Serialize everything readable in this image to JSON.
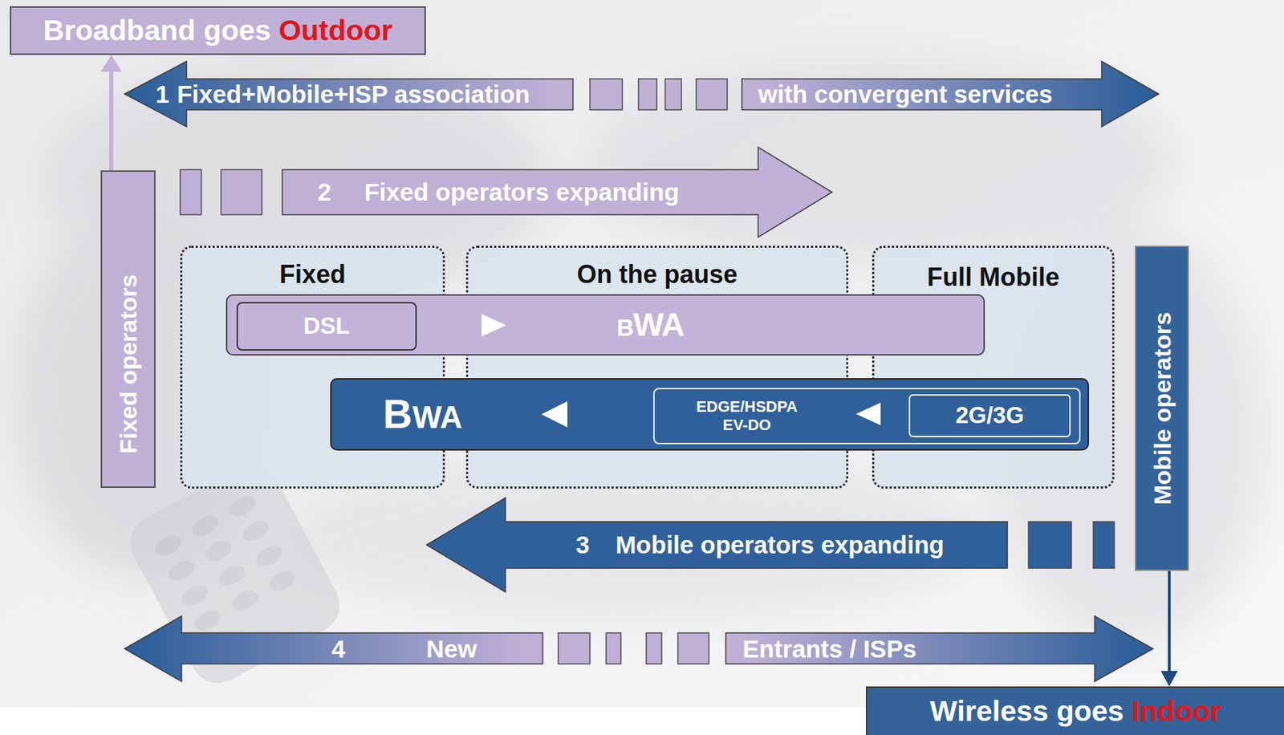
{
  "diagram": {
    "nodes": [
      {
        "text": [
          "Broadband goes",
          "Outdoor"
        ]
      },
      {
        "text": [
          "1",
          "Fixed+Mobile+ISP association"
        ]
      },
      {
        "text": [
          "with convergent services"
        ]
      },
      {
        "text": [
          "Fixed operators"
        ]
      },
      {
        "text": [
          "2",
          "Fixed operators expanding"
        ]
      },
      {
        "text": [
          "Fixed"
        ]
      },
      {
        "text": [
          "On the pause"
        ]
      },
      {
        "text": [
          "Full Mobile"
        ]
      },
      {
        "text": [
          "BWA"
        ]
      },
      {
        "text": [
          "DSL"
        ],
        "in": 8
      },
      {
        "text": [
          "BWA"
        ]
      },
      {
        "text": [
          "EDGE/HSDPA EV-DO"
        ],
        "in": 10
      },
      {
        "text": [
          "2G/3G"
        ],
        "in": 11
      },
      {
        "text": [
          "Mobile operators"
        ]
      },
      {
        "text": [
          "3",
          "Mobile operators expanding"
        ]
      },
      {
        "text": [
          "4",
          "New"
        ]
      },
      {
        "text": [
          "Entrants / ISPs"
        ]
      },
      {
        "text": [
          "Wireless goes",
          "Indoor"
        ]
      }
    ],
    "edges": [
      {
        "from": 3,
        "to": 0,
        "arrow": "to"
      },
      {
        "from": 13,
        "to": 17,
        "arrow": "to"
      }
    ]
  }
}
